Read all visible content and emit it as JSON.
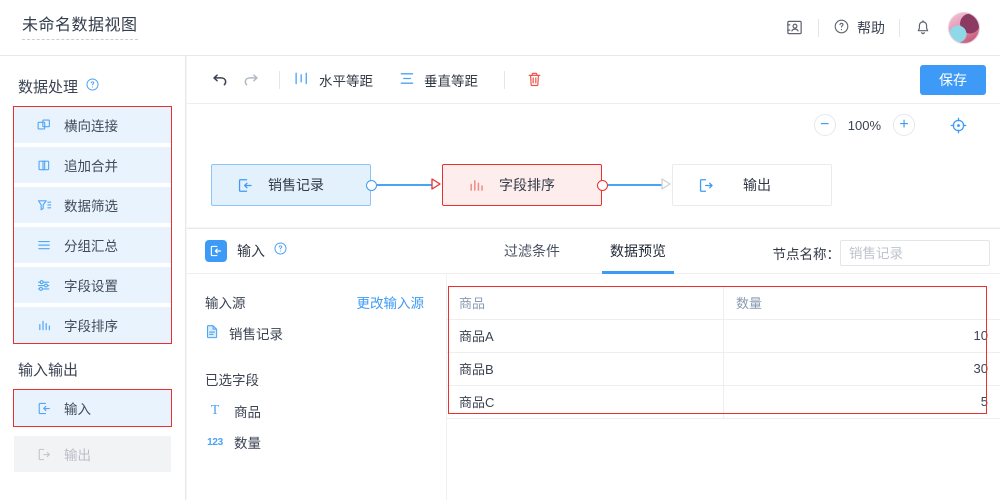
{
  "topbar": {
    "doc_title": "未命名数据视图",
    "contact_icon": "contact-card-icon",
    "help_icon": "help-circle-icon",
    "help_label": "帮助",
    "bell_icon": "bell-icon",
    "avatar": "user-avatar"
  },
  "sidebar": {
    "group1_title": "数据处理",
    "group1_help_icon": "help-circle-icon",
    "group1_items": [
      {
        "label": "横向连接",
        "icon": "join-horizontal-icon"
      },
      {
        "label": "追加合并",
        "icon": "append-merge-icon"
      },
      {
        "label": "数据筛选",
        "icon": "filter-icon"
      },
      {
        "label": "分组汇总",
        "icon": "group-summary-icon"
      },
      {
        "label": "字段设置",
        "icon": "field-settings-icon"
      },
      {
        "label": "字段排序",
        "icon": "field-sort-icon"
      }
    ],
    "group2_title": "输入输出",
    "group2_items": [
      {
        "label": "输入",
        "icon": "input-arrow-icon",
        "disabled": false
      },
      {
        "label": "输出",
        "icon": "output-arrow-icon",
        "disabled": true
      }
    ]
  },
  "toolbar": {
    "undo_icon": "undo-icon",
    "redo_icon": "redo-icon",
    "h_align_label": "水平等距",
    "h_align_icon": "horizontal-distribute-icon",
    "v_align_label": "垂直等距",
    "v_align_icon": "vertical-distribute-icon",
    "delete_icon": "trash-icon",
    "save_label": "保存",
    "save_color": "#3d9bf7"
  },
  "zoom": {
    "minus_label": "−",
    "level": "100%",
    "plus_label": "+",
    "fit_icon": "fit-to-screen-icon"
  },
  "flow": {
    "nodes": [
      {
        "label": "销售记录",
        "icon": "input-arrow-icon",
        "state": "source",
        "border_color": "#8ec5f5",
        "fill": "#e3f1fd"
      },
      {
        "label": "字段排序",
        "icon": "field-sort-icon",
        "state": "selected",
        "border_color": "#e8312f",
        "fill": "#fdeeed"
      },
      {
        "label": "输出",
        "icon": "output-arrow-icon",
        "state": "default",
        "border_color": "#e9ebee",
        "fill": "#ffffff"
      }
    ],
    "edge_color": "#4ba3f5"
  },
  "panel": {
    "badge_icon": "input-arrow-icon",
    "title": "输入",
    "help_icon": "help-circle-icon",
    "tabs": [
      {
        "label": "过滤条件",
        "active": false
      },
      {
        "label": "数据预览",
        "active": true
      }
    ],
    "nodename_label": "节点名称：",
    "nodename_placeholder": "销售记录",
    "nodename_value": ""
  },
  "config": {
    "source_label": "输入源",
    "change_source_link": "更改输入源",
    "source_icon": "file-icon",
    "source_value": "销售记录",
    "fields_label": "已选字段",
    "fields": [
      {
        "name": "商品",
        "type_icon": "text-type-icon",
        "type_glyph": "T"
      },
      {
        "name": "数量",
        "type_icon": "number-type-icon",
        "type_glyph": "123"
      }
    ]
  },
  "table": {
    "columns": [
      "商品",
      "数量"
    ],
    "rows": [
      {
        "商品": "商品A",
        "数量": "10"
      },
      {
        "商品": "商品B",
        "数量": "30"
      },
      {
        "商品": "商品C",
        "数量": "5"
      }
    ]
  }
}
